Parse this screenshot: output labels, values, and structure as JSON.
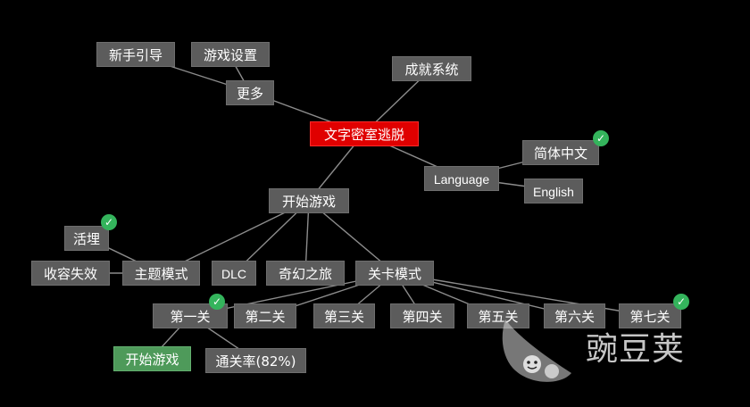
{
  "colors": {
    "background": "#000000",
    "node": "#5c5c5c",
    "root": "#e00000",
    "highlight": "#4e9a5a",
    "check": "#34b45c",
    "line": "#8c8c8c"
  },
  "nodes": {
    "root": "文字密室逃脱",
    "more": "更多",
    "tutorial": "新手引导",
    "settings": "游戏设置",
    "achievements": "成就系统",
    "language": "Language",
    "lang_zh": "简体中文",
    "lang_en": "English",
    "start": "开始游戏",
    "buried": "活埋",
    "theme_mode": "主题模式",
    "collect": "收容失效",
    "dlc": "DLC",
    "fantasy": "奇幻之旅",
    "level_mode": "关卡模式",
    "level1": "第一关",
    "level2": "第二关",
    "level3": "第三关",
    "level4": "第四关",
    "level5": "第五关",
    "level6": "第六关",
    "level7": "第七关",
    "level1_start": "开始游戏",
    "level1_rate": "通关率(82%)"
  },
  "check_icon": "check-circle-icon",
  "watermark": {
    "text": "豌豆荚",
    "icon": "pea-pod-logo"
  }
}
